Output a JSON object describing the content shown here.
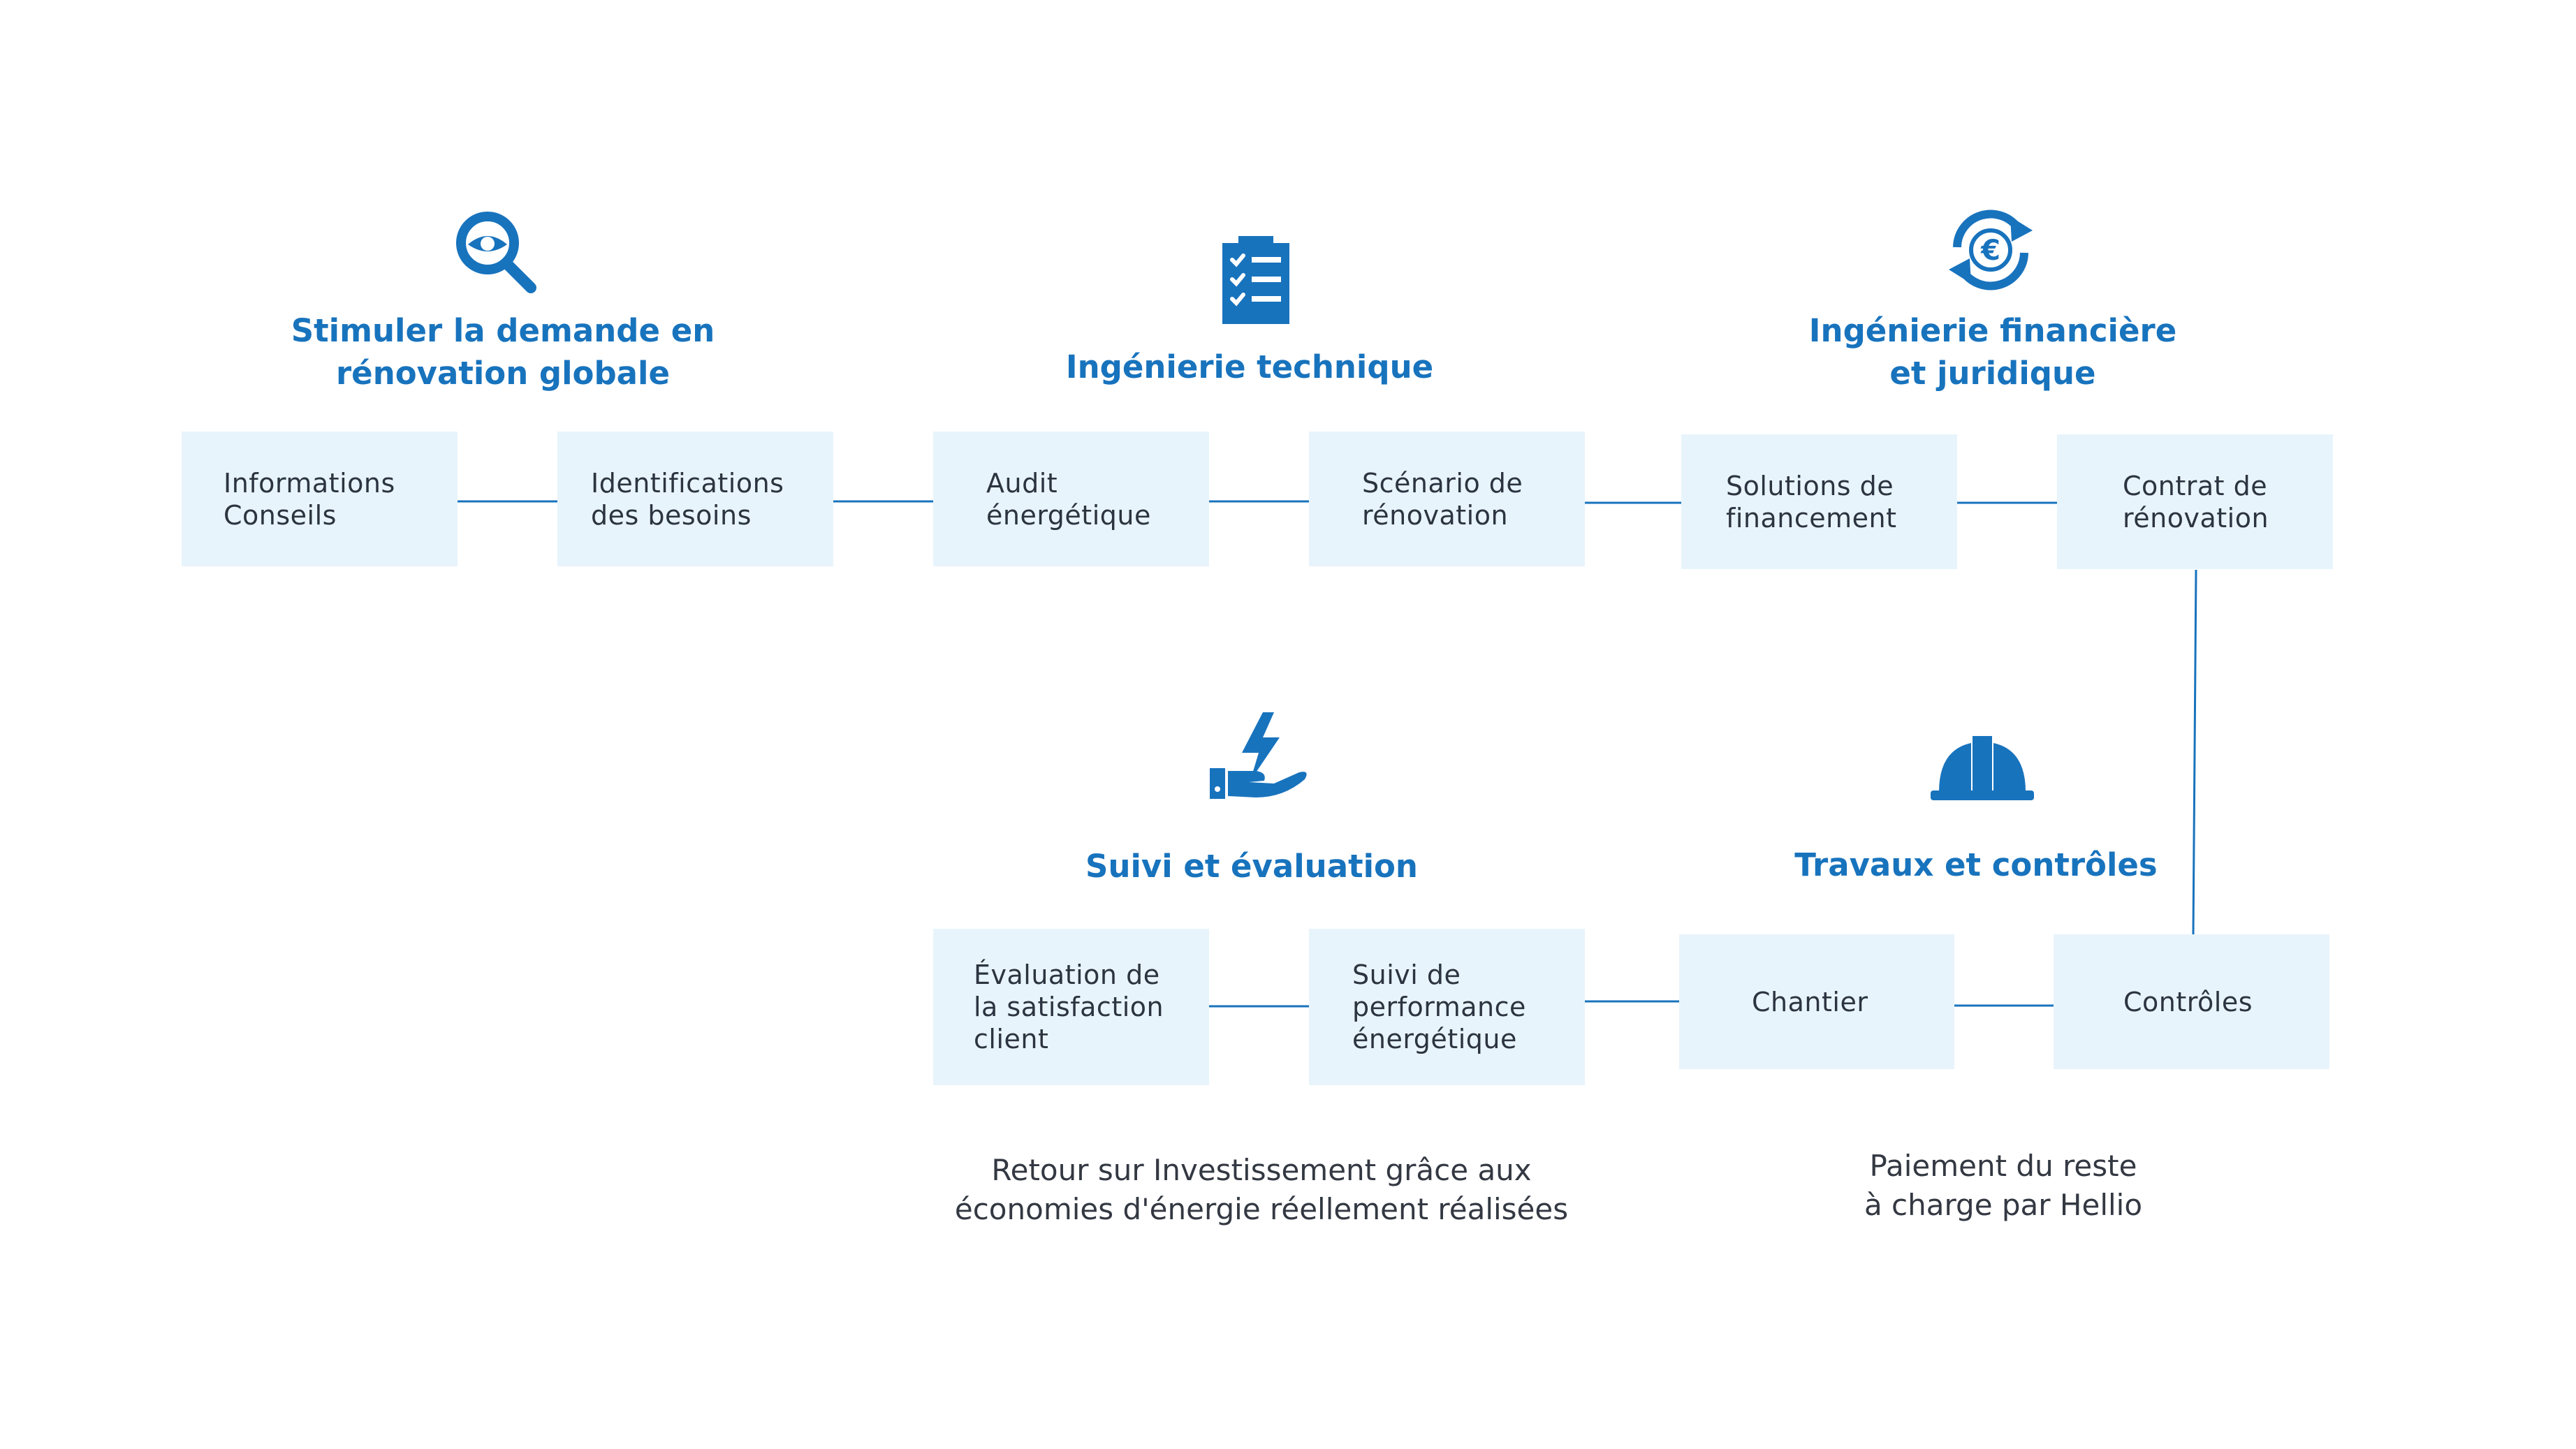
{
  "colors": {
    "accent": "#1873bd",
    "box_fill": "#e8f4fc",
    "text": "#2b3440",
    "line": "#1873bd"
  },
  "headings": {
    "stimuler": "Stimuler la demande en\nrénovation globale",
    "ingenierie_technique": "Ingénierie technique",
    "ingenierie_financiere": "Ingénierie financière\net juridique",
    "suivi": "Suivi et évaluation",
    "travaux": "Travaux et contrôles"
  },
  "icons": {
    "stimuler": "magnifier-eye-icon",
    "ingenierie_technique": "checklist-icon",
    "ingenierie_financiere": "euro-cycle-icon",
    "suivi": "hand-lightning-icon",
    "travaux": "hard-hat-icon"
  },
  "boxes": {
    "informations": "Informations\nConseils",
    "identifications": "Identifications\ndes besoins",
    "audit": "Audit\nénergétique",
    "scenario": "Scénario de\nrénovation",
    "solutions": "Solutions de\nfinancement",
    "contrat": "Contrat de\nrénovation",
    "evaluation": "Évaluation de\nla satisfaction\nclient",
    "suivi_perf": "Suivi de\nperformance\nénergétique",
    "chantier": "Chantier",
    "controles": "Contrôles"
  },
  "notes": {
    "retour": "Retour sur Investissement grâce aux\néconomies d'énergie réellement réalisées",
    "paiement": "Paiement du reste\nà charge par Hellio"
  }
}
